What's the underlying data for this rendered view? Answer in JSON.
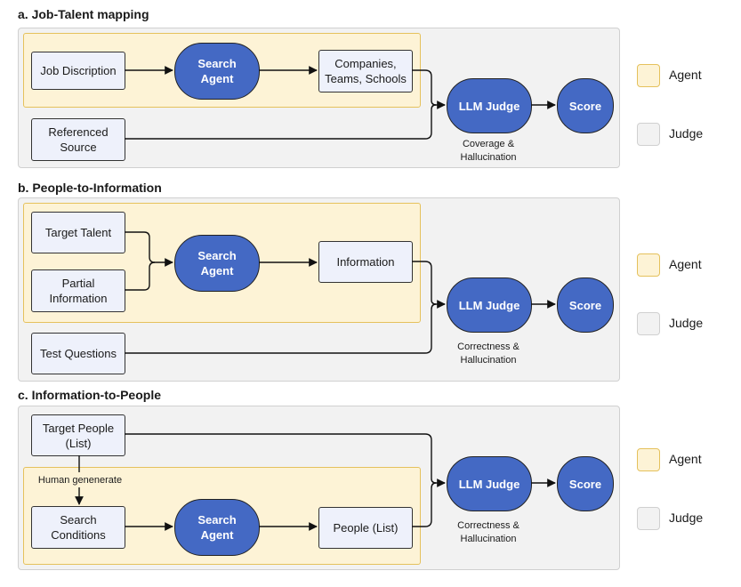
{
  "sections": [
    {
      "title": "a. Job-Talent mapping",
      "job_description": "Job Discription",
      "search_agent": "Search\nAgent",
      "companies": "Companies,\nTeams, Schools",
      "referenced_source": "Referenced\nSource",
      "llm_judge": "LLM Judge",
      "score": "Score",
      "note": "Coverage &\nHallucination"
    },
    {
      "title": "b. People-to-Information",
      "target_talent": "Target Talent",
      "partial_information": "Partial\nInformation",
      "search_agent": "Search\nAgent",
      "information": "Information",
      "test_questions": "Test Questions",
      "llm_judge": "LLM Judge",
      "score": "Score",
      "note": "Correctness &\nHallucination"
    },
    {
      "title": "c. Information-to-People",
      "target_people": "Target People\n(List)",
      "human_generate": "Human genenerate",
      "search_conditions": "Search\nConditions",
      "search_agent": "Search\nAgent",
      "people_list": "People (List)",
      "llm_judge": "LLM Judge",
      "score": "Score",
      "note": "Correctness &\nHallucination"
    }
  ],
  "legend": {
    "agent": "Agent",
    "judge": "Judge"
  },
  "colors": {
    "agent_fill": "#fdf3d6",
    "agent_border": "#e5c15c",
    "judge_fill": "#f2f2f2",
    "pill": "#4469c4",
    "box": "#eef1fb"
  }
}
